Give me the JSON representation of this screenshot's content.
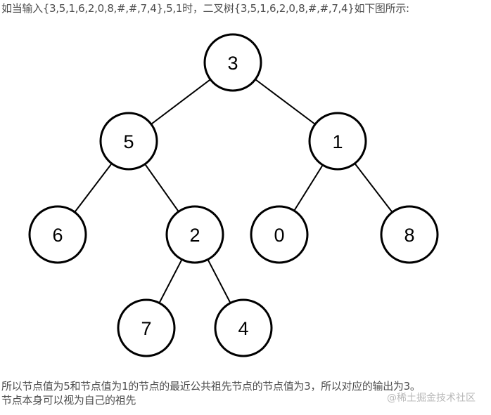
{
  "intro_text": "如当输入{3,5,1,6,2,0,8,#,#,7,4},5,1时，二叉树{3,5,1,6,2,0,8,#,#,7,4}如下图所示:",
  "tree": {
    "nodes": [
      {
        "id": "n3",
        "label": "3"
      },
      {
        "id": "n5",
        "label": "5"
      },
      {
        "id": "n1",
        "label": "1"
      },
      {
        "id": "n6",
        "label": "6"
      },
      {
        "id": "n2",
        "label": "2"
      },
      {
        "id": "n0",
        "label": "0"
      },
      {
        "id": "n8",
        "label": "8"
      },
      {
        "id": "n7",
        "label": "7"
      },
      {
        "id": "n4",
        "label": "4"
      }
    ],
    "edges": [
      {
        "from": "n3",
        "to": "n5"
      },
      {
        "from": "n3",
        "to": "n1"
      },
      {
        "from": "n5",
        "to": "n6"
      },
      {
        "from": "n5",
        "to": "n2"
      },
      {
        "from": "n1",
        "to": "n0"
      },
      {
        "from": "n1",
        "to": "n8"
      },
      {
        "from": "n2",
        "to": "n7"
      },
      {
        "from": "n2",
        "to": "n4"
      }
    ]
  },
  "footer": {
    "line1": "所以节点值为5和节点值为1的节点的最近公共祖先节点的节点值为3，所以对应的输出为3。",
    "line2": "节点本身可以视为自己的祖先"
  },
  "watermark": "@稀土掘金技术社区"
}
